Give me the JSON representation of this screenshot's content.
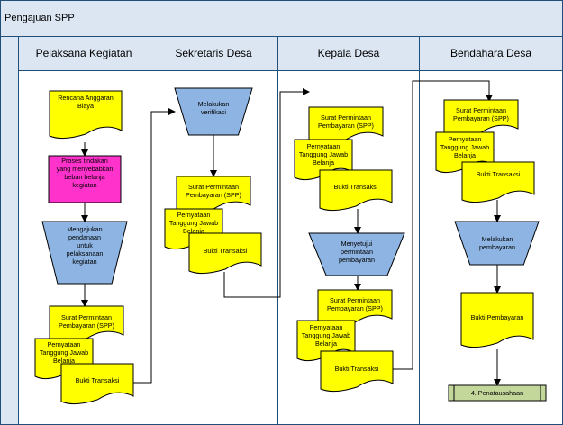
{
  "title": "Pengajuan SPP",
  "lanes": [
    {
      "label": "Pelaksana Kegiatan"
    },
    {
      "label": "Sekretaris Desa"
    },
    {
      "label": "Kepala Desa"
    },
    {
      "label": "Bendahara Desa"
    }
  ],
  "nodes": {
    "pk_rab": {
      "lines": [
        "Rencana Anggaran",
        "Biaya"
      ]
    },
    "pk_proses": {
      "lines": [
        "Proses tindakan",
        "yang menyebabkan",
        "beban belanja",
        "kegiatan"
      ]
    },
    "pk_mengajukan": {
      "lines": [
        "Mengajukan",
        "pendanaan",
        "untuk",
        "pelaksanaan",
        "kegiatan"
      ]
    },
    "pk_spp": {
      "lines": [
        "Surat Permintaan",
        "Pembayaran (SPP)"
      ]
    },
    "pk_ptj": {
      "lines": [
        "Pernyataan",
        "Tanggung Jawab",
        "Belanja"
      ]
    },
    "pk_bukti": {
      "lines": [
        "Bukti Transaksi"
      ]
    },
    "sd_verifikasi": {
      "lines": [
        "Melakukan",
        "verifikasi"
      ]
    },
    "sd_spp": {
      "lines": [
        "Surat Permintaan",
        "Pembayaran (SPP)"
      ]
    },
    "sd_ptj": {
      "lines": [
        "Pernyataan",
        "Tanggung Jawab",
        "Belanja"
      ]
    },
    "sd_bukti": {
      "lines": [
        "Bukti Transaksi"
      ]
    },
    "kd_spp1": {
      "lines": [
        "Surat Permintaan",
        "Pembayaran (SPP)"
      ]
    },
    "kd_ptj1": {
      "lines": [
        "Pernyataan",
        "Tanggung Jawab",
        "Belanja"
      ]
    },
    "kd_bukti1": {
      "lines": [
        "Bukti Transaksi"
      ]
    },
    "kd_menyetujui": {
      "lines": [
        "Menyetujui",
        "permintaan",
        "pembayaran"
      ]
    },
    "kd_spp2": {
      "lines": [
        "Surat Permintaan",
        "Pembayaran (SPP)"
      ]
    },
    "kd_ptj2": {
      "lines": [
        "Pernyataan",
        "Tanggung Jawab",
        "Belanja"
      ]
    },
    "kd_bukti2": {
      "lines": [
        "Bukti Transaksi"
      ]
    },
    "bd_spp": {
      "lines": [
        "Surat Permintaan",
        "Pembayaran (SPP)"
      ]
    },
    "bd_ptj": {
      "lines": [
        "Pernyataan",
        "Tanggung Jawab",
        "Belanja"
      ]
    },
    "bd_bukti": {
      "lines": [
        "Bukti Transaksi"
      ]
    },
    "bd_melakukan": {
      "lines": [
        "Melakukan",
        "pembayaran"
      ]
    },
    "bd_bukti_bayar": {
      "lines": [
        "Bukti Pembayaran"
      ]
    },
    "bd_penatausahaan": {
      "lines": [
        "4. Penatausahaan"
      ]
    }
  },
  "colors": {
    "document": "#ffff00",
    "process_pink": "#ff33cc",
    "manual_op": "#8db4e2",
    "subprocess": "#c4d79b",
    "frame_bg": "#dce6f2",
    "frame_border": "#1f4e79"
  }
}
